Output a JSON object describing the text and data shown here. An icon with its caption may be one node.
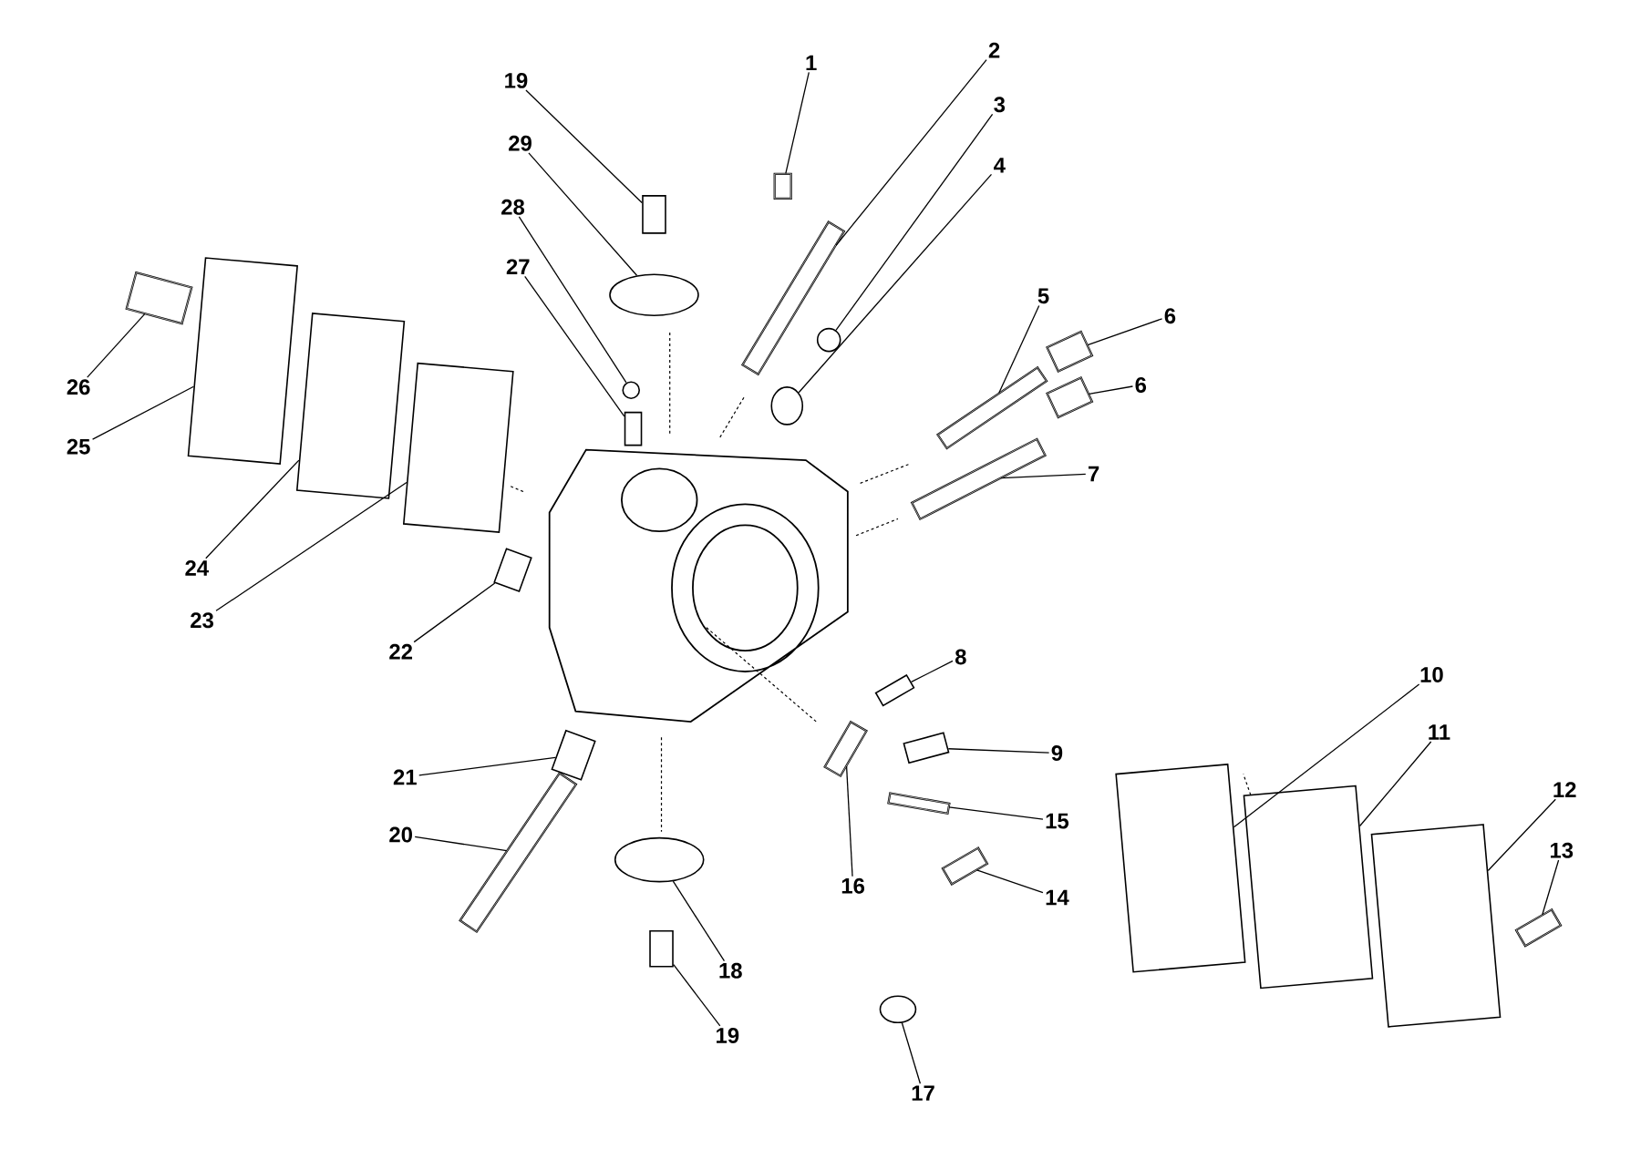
{
  "diagram": {
    "nodes": [
      {
        "text": [
          "19"
        ]
      },
      {
        "text": [],
        "shape": "box"
      },
      {
        "text": [
          "1"
        ]
      },
      {
        "text": [],
        "shape": "cylinder"
      },
      {
        "text": [
          "2"
        ]
      },
      {
        "text": [],
        "shape": "cylinder"
      },
      {
        "text": [
          "29"
        ]
      },
      {
        "text": [],
        "shape": "circle"
      },
      {
        "text": [
          "3"
        ]
      },
      {
        "text": [],
        "shape": "circle"
      },
      {
        "text": [
          "4"
        ]
      },
      {
        "text": [],
        "shape": "circle"
      },
      {
        "text": [
          "28"
        ]
      },
      {
        "text": [],
        "shape": "circle"
      },
      {
        "text": [
          "27"
        ]
      },
      {
        "text": [],
        "shape": "box"
      },
      {
        "text": [
          "5"
        ]
      },
      {
        "text": [],
        "shape": "cylinder"
      },
      {
        "text": [
          "6"
        ]
      },
      {
        "text": [],
        "shape": "cylinder"
      },
      {
        "text": [
          "26"
        ]
      },
      {
        "text": [],
        "shape": "cylinder"
      },
      {
        "text": [
          "6"
        ]
      },
      {
        "text": [],
        "shape": "cylinder"
      },
      {
        "text": [
          "25"
        ]
      },
      {
        "text": [],
        "shape": "box"
      },
      {
        "text": [
          "7"
        ]
      },
      {
        "text": [],
        "shape": "cylinder"
      },
      {
        "text": [
          "24"
        ]
      },
      {
        "text": [],
        "shape": "box"
      },
      {
        "text": [
          "23"
        ]
      },
      {
        "text": [],
        "shape": "box"
      },
      {
        "text": [
          "22"
        ]
      },
      {
        "text": [],
        "shape": "box"
      },
      {
        "text": [
          "8"
        ]
      },
      {
        "text": [],
        "shape": "box"
      },
      {
        "text": [
          "10"
        ]
      },
      {
        "text": [],
        "shape": "box"
      },
      {
        "text": [
          "9"
        ]
      },
      {
        "text": [],
        "shape": "box"
      },
      {
        "text": [
          "11"
        ]
      },
      {
        "text": [],
        "shape": "box"
      },
      {
        "text": [
          "21"
        ]
      },
      {
        "text": [],
        "shape": "box"
      },
      {
        "text": [
          "15"
        ]
      },
      {
        "text": [],
        "shape": "cylinder"
      },
      {
        "text": [
          "12"
        ]
      },
      {
        "text": [],
        "shape": "box"
      },
      {
        "text": [
          "20"
        ]
      },
      {
        "text": [],
        "shape": "cylinder"
      },
      {
        "text": [
          "13"
        ]
      },
      {
        "text": [],
        "shape": "cylinder"
      },
      {
        "text": [
          "14"
        ]
      },
      {
        "text": [],
        "shape": "cylinder"
      },
      {
        "text": [
          "16"
        ]
      },
      {
        "text": [],
        "shape": "cylinder"
      },
      {
        "text": [
          "18"
        ]
      },
      {
        "text": [],
        "shape": "circle"
      },
      {
        "text": [
          "19"
        ]
      },
      {
        "text": [],
        "shape": "box"
      },
      {
        "text": [
          "17"
        ]
      },
      {
        "text": [],
        "shape": "circle"
      }
    ],
    "edges": [
      {
        "from": 0,
        "to": 1,
        "arrow": "none"
      },
      {
        "from": 2,
        "to": 3,
        "arrow": "none"
      },
      {
        "from": 4,
        "to": 5,
        "arrow": "none"
      },
      {
        "from": 6,
        "to": 7,
        "arrow": "none"
      },
      {
        "from": 8,
        "to": 9,
        "arrow": "none"
      },
      {
        "from": 10,
        "to": 11,
        "arrow": "none"
      },
      {
        "from": 12,
        "to": 13,
        "arrow": "none"
      },
      {
        "from": 14,
        "to": 15,
        "arrow": "none"
      },
      {
        "from": 16,
        "to": 17,
        "arrow": "none"
      },
      {
        "from": 18,
        "to": 19,
        "arrow": "none"
      },
      {
        "from": 20,
        "to": 21,
        "arrow": "none"
      },
      {
        "from": 22,
        "to": 23,
        "arrow": "none"
      },
      {
        "from": 24,
        "to": 25,
        "arrow": "none"
      },
      {
        "from": 26,
        "to": 27,
        "arrow": "none"
      },
      {
        "from": 28,
        "to": 29,
        "arrow": "none"
      },
      {
        "from": 30,
        "to": 31,
        "arrow": "none"
      },
      {
        "from": 32,
        "to": 33,
        "arrow": "none"
      },
      {
        "from": 34,
        "to": 35,
        "arrow": "none"
      },
      {
        "from": 36,
        "to": 37,
        "arrow": "none"
      },
      {
        "from": 38,
        "to": 39,
        "arrow": "none"
      },
      {
        "from": 40,
        "to": 41,
        "arrow": "none"
      },
      {
        "from": 42,
        "to": 43,
        "arrow": "none"
      },
      {
        "from": 44,
        "to": 45,
        "arrow": "none"
      },
      {
        "from": 46,
        "to": 47,
        "arrow": "none"
      },
      {
        "from": 48,
        "to": 49,
        "arrow": "none"
      },
      {
        "from": 50,
        "to": 51,
        "arrow": "none"
      },
      {
        "from": 52,
        "to": 53,
        "arrow": "none"
      },
      {
        "from": 54,
        "to": 55,
        "arrow": "none"
      },
      {
        "from": 56,
        "to": 57,
        "arrow": "none"
      },
      {
        "from": 58,
        "to": 59,
        "arrow": "none"
      },
      {
        "from": 60,
        "to": 61,
        "arrow": "none"
      }
    ]
  }
}
